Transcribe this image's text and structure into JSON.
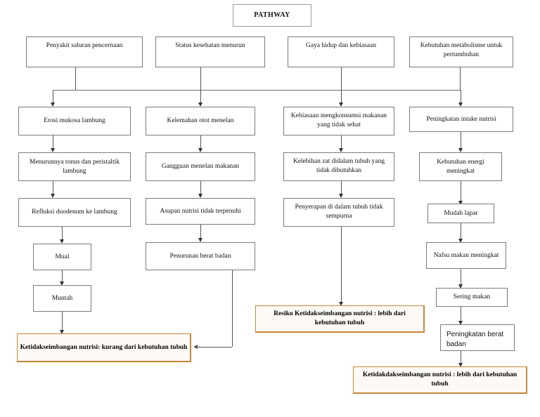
{
  "diagram": {
    "title_box": {
      "label": "PATHWAY"
    },
    "row_causes": [
      {
        "id": "cause-1",
        "label": "Penyakit saluran pencernaan"
      },
      {
        "id": "cause-2",
        "label": "Status kesehatan menurun"
      },
      {
        "id": "cause-3",
        "label": "Gaya hidup dan kebiasaan"
      },
      {
        "id": "cause-4",
        "label": "Kebutuhan metabolisme untuk pertumbuhan"
      }
    ],
    "column_1": [
      {
        "id": "c1-n1",
        "label": "Erosi mukosa lambung"
      },
      {
        "id": "c1-n2",
        "label": "Menurunnya tonus dan peristaltik lambung"
      },
      {
        "id": "c1-n3",
        "label": "Refluksi duodenum ke lambung"
      },
      {
        "id": "c1-n4",
        "label": "Mual"
      },
      {
        "id": "c1-n5",
        "label": "Muntah"
      }
    ],
    "column_2": [
      {
        "id": "c2-n1",
        "label": "Kelemahan otot menelan"
      },
      {
        "id": "c2-n2",
        "label": "Gangguan menelan makanan"
      },
      {
        "id": "c2-n3",
        "label": "Asupan nutrisi tidak terpenuhi"
      },
      {
        "id": "c2-n4",
        "label": "Penurunan berat badan"
      }
    ],
    "column_3": [
      {
        "id": "c3-n1",
        "label": "Kebiasaan mengkonsumsi makanan yang tidak sehat"
      },
      {
        "id": "c3-n2",
        "label": "Kelebihan zat didalam tubuh yang tidak dibutuhkan"
      },
      {
        "id": "c3-n3",
        "label": "Penyerapan di dalam tubuh tidak sempurna"
      }
    ],
    "column_4": [
      {
        "id": "c4-n1",
        "label": "Peningkatan intake nutrisi"
      },
      {
        "id": "c4-n2",
        "label": "Kebutuhan energi meningkat"
      },
      {
        "id": "c4-n3",
        "label": "Mudah lapar"
      },
      {
        "id": "c4-n4",
        "label": "Nafsu makan meningkat"
      },
      {
        "id": "c4-n5",
        "label": "Sering makan"
      },
      {
        "id": "c4-n6",
        "label": "Peningkatan berat badan"
      }
    ],
    "conclusions": [
      {
        "id": "concl-1",
        "label": "Ketidakseimbangan nutrisi: kurang dari kebutuhan tubuh"
      },
      {
        "id": "concl-2",
        "label": "Resiko Ketidakseimbangan nutrisi : lebih dari kebutuhan tubuh"
      },
      {
        "id": "concl-3",
        "label": "Ketidakdakseimbangan nutrisi : lebih dari kebutuhan tubuh"
      }
    ],
    "colors": {
      "box_border": "#7b7b7b",
      "conclusion_border": "#c8863a",
      "conclusion_fill": "#fdfaf5",
      "connector": "#555555",
      "background": "#ffffff",
      "text": "#111111"
    }
  }
}
